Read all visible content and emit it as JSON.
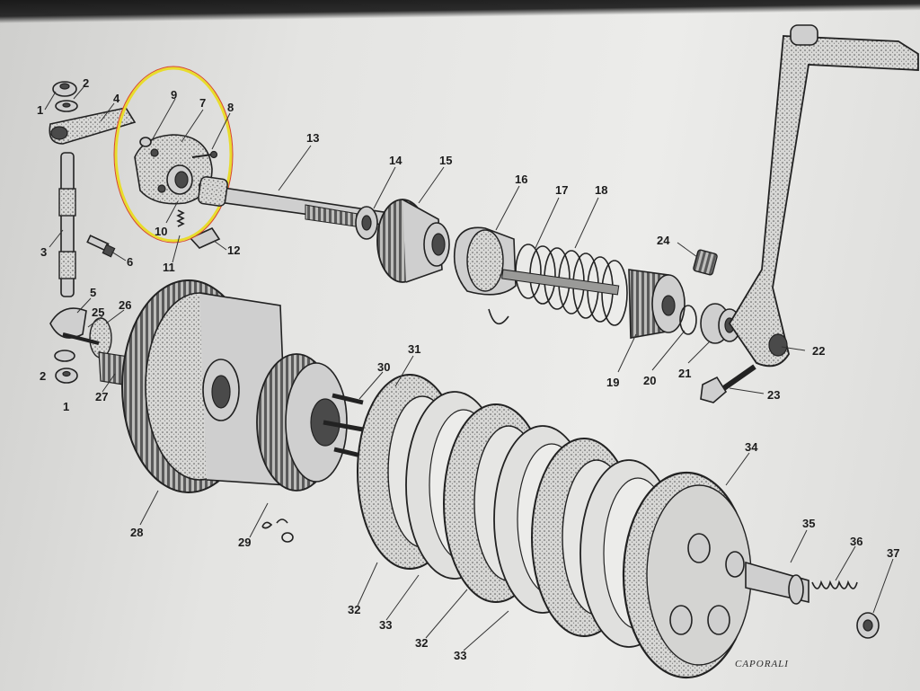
{
  "signature": "CAPORALI",
  "highlight": {
    "color": "#e8dc2c",
    "outline": "#d9452e"
  },
  "labels": [
    {
      "id": "p1a",
      "text": "1"
    },
    {
      "id": "p2a",
      "text": "2"
    },
    {
      "id": "p4",
      "text": "4"
    },
    {
      "id": "p9",
      "text": "9"
    },
    {
      "id": "p7",
      "text": "7"
    },
    {
      "id": "p8",
      "text": "8"
    },
    {
      "id": "p3",
      "text": "3"
    },
    {
      "id": "p6",
      "text": "6"
    },
    {
      "id": "p10",
      "text": "10"
    },
    {
      "id": "p11",
      "text": "11"
    },
    {
      "id": "p12",
      "text": "12"
    },
    {
      "id": "p13",
      "text": "13"
    },
    {
      "id": "p14",
      "text": "14"
    },
    {
      "id": "p15",
      "text": "15"
    },
    {
      "id": "p16",
      "text": "16"
    },
    {
      "id": "p17",
      "text": "17"
    },
    {
      "id": "p18",
      "text": "18"
    },
    {
      "id": "p24",
      "text": "24"
    },
    {
      "id": "p22",
      "text": "22"
    },
    {
      "id": "p23",
      "text": "23"
    },
    {
      "id": "p19",
      "text": "19"
    },
    {
      "id": "p20",
      "text": "20"
    },
    {
      "id": "p21",
      "text": "21"
    },
    {
      "id": "p5",
      "text": "5"
    },
    {
      "id": "p26",
      "text": "26"
    },
    {
      "id": "p25",
      "text": "25"
    },
    {
      "id": "p2b",
      "text": "2"
    },
    {
      "id": "p27",
      "text": "27"
    },
    {
      "id": "p1b",
      "text": "1"
    },
    {
      "id": "p30",
      "text": "30"
    },
    {
      "id": "p31",
      "text": "31"
    },
    {
      "id": "p28",
      "text": "28"
    },
    {
      "id": "p29",
      "text": "29"
    },
    {
      "id": "p34",
      "text": "34"
    },
    {
      "id": "p35",
      "text": "35"
    },
    {
      "id": "p36",
      "text": "36"
    },
    {
      "id": "p37",
      "text": "37"
    },
    {
      "id": "p32a",
      "text": "32"
    },
    {
      "id": "p33a",
      "text": "33"
    },
    {
      "id": "p32b",
      "text": "32"
    },
    {
      "id": "p33b",
      "text": "33"
    }
  ]
}
